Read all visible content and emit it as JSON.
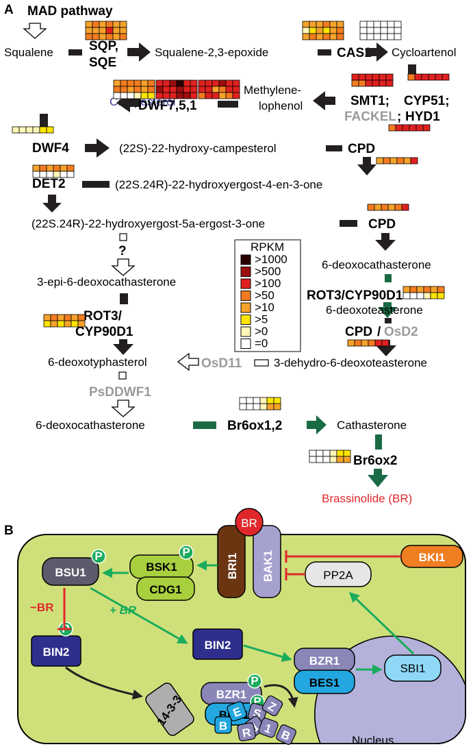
{
  "panel_a": {
    "label": "A",
    "title": "MAD pathway",
    "compounds": {
      "squalene": "Squalene",
      "epoxide": "Squalene-2,3-epoxide",
      "cycloartenol": "Cycloartenol",
      "methylene1": "Methylene-",
      "methylene2": "lophenol",
      "campesterol": "Campesterol",
      "hydroxycampesterol": "(22S)-22-hydroxy-campesterol",
      "hydroxyergost4": "(22S.24R)-22-hydroxyergost-4-en-3-one",
      "hydroxyergost5": "(22S.24R)-22-hydroxyergost-5a-ergost-3-one",
      "epi6deoxo": "3-epi-6-deoxocathasterone",
      "deoxocathasterone_r": "6-deoxocathasterone",
      "deoxoteasterone": "6-deoxoteasterone",
      "deoxotyphasterol": "6-deoxotyphasterol",
      "dehydro": "3-dehydro-6-deoxoteasterone",
      "deoxocathasterone_l": "6-deoxocathasterone",
      "cathasterone": "Cathasterone",
      "brassinolide": "Brassinolide (BR)"
    },
    "enzymes": {
      "sqp": "SQP,",
      "sqe": "SQE",
      "cas1": "CAS1",
      "smt1": "SMT1;",
      "cyp51": "CYP51;",
      "fackel": "FACKEL",
      "semi": ";",
      "hyd1": "HYD1",
      "dwf751": "DWF7,5,1",
      "dwf4": "DWF4",
      "cpd1": "CPD",
      "det2": "DET2",
      "cpd2": "CPD",
      "question": "?",
      "rot3_r": "ROT3/CYP90D1",
      "cpd3": "CPD",
      "slash": "/",
      "osd2": "OsD2",
      "rot3_l1": "ROT3/",
      "rot3_l2": "CYP90D1",
      "osd11": "OsD11",
      "psddwf1": "PsDDWF1",
      "br6ox12": "Br6ox1,2",
      "br6ox2": "Br6ox2"
    },
    "legend": {
      "title": "RPKM",
      "items": [
        {
          "label": ">1000",
          "color": "#2b0000"
        },
        {
          "label": ">500",
          "color": "#9c0d0d"
        },
        {
          "label": ">100",
          "color": "#e0211f"
        },
        {
          "label": ">50",
          "color": "#f47c20"
        },
        {
          "label": ">10",
          "color": "#f6a32b"
        },
        {
          "label": ">5",
          "color": "#ffe500"
        },
        {
          "label": ">0",
          "color": "#fff6b8"
        },
        {
          "label": "=0",
          "color": "#ffffff"
        }
      ]
    }
  },
  "panel_b": {
    "label": "B",
    "br": "BR",
    "bri1": "BRI1",
    "bak1": "BAK1",
    "bki1": "BKI1",
    "pp2a": "PP2A",
    "bsk1": "BSK1",
    "cdg1": "CDG1",
    "bsu1": "BSU1",
    "minus_br": "−BR",
    "plus_br": "+ BR",
    "bin2_a": "BIN2",
    "bin2_b": "BIN2",
    "p": "P",
    "protein_1433": "14-3-3",
    "bzr1_a": "BZR1",
    "bes1_a": "BES1",
    "bzr1_b": "BZR1",
    "bes1_b": "BES1",
    "sbi1": "SBI1",
    "nucleus": "Nucleus",
    "degraded": [
      "B",
      "E",
      "S",
      "1",
      "Z",
      "R",
      "1",
      "B"
    ]
  },
  "colors": {
    "arrow_black": "#231f20",
    "arrow_green": "#1a6b45",
    "cell_green": "#cfe07a",
    "nucleus": "#b4b2da",
    "inhibit_red": "#e0282c",
    "activate_green": "#1aac5c"
  }
}
